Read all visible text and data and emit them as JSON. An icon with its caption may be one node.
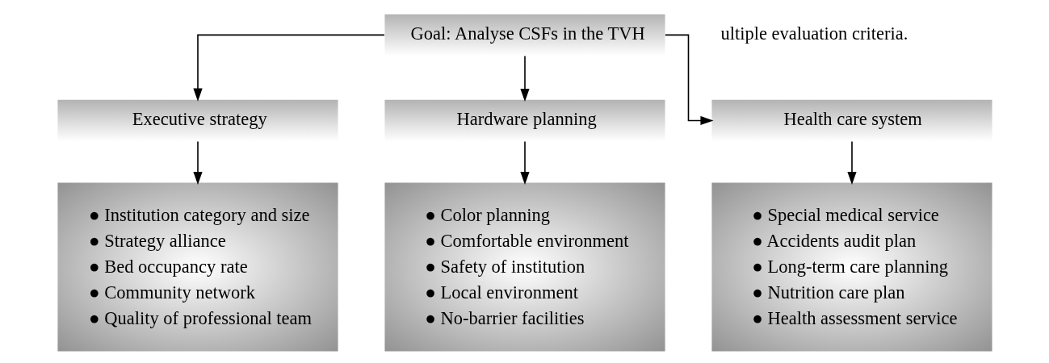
{
  "diagram": {
    "nodes": [
      {
        "text": [
          "Goal: Analyse CSFs in the TVH"
        ]
      },
      {
        "text": [
          "Executive strategy"
        ]
      },
      {
        "text": [
          "Hardware planning"
        ]
      },
      {
        "text": [
          "Health care system"
        ]
      },
      {
        "text": [
          "● Institution category and size",
          "● Strategy alliance",
          "● Bed occupancy rate",
          "● Community network",
          "● Quality of professional team"
        ]
      },
      {
        "text": [
          "● Color planning",
          "● Comfortable environment",
          "● Safety of institution",
          "● Local environment",
          "● No-barrier facilities"
        ]
      },
      {
        "text": [
          "● Special medical service",
          "● Accidents audit plan",
          "● Long-term care planning",
          "● Nutrition care plan",
          "● Health assessment service"
        ]
      }
    ],
    "edges": [
      {
        "from": 0,
        "to": 1,
        "arrow": "to"
      },
      {
        "from": 0,
        "to": 2,
        "arrow": "to"
      },
      {
        "from": 0,
        "to": 3,
        "arrow": "to"
      },
      {
        "from": 1,
        "to": 4,
        "arrow": "to"
      },
      {
        "from": 2,
        "to": 5,
        "arrow": "to"
      },
      {
        "from": 3,
        "to": 6,
        "arrow": "to"
      }
    ],
    "labels": [
      "ultiple evaluation criteria."
    ]
  }
}
